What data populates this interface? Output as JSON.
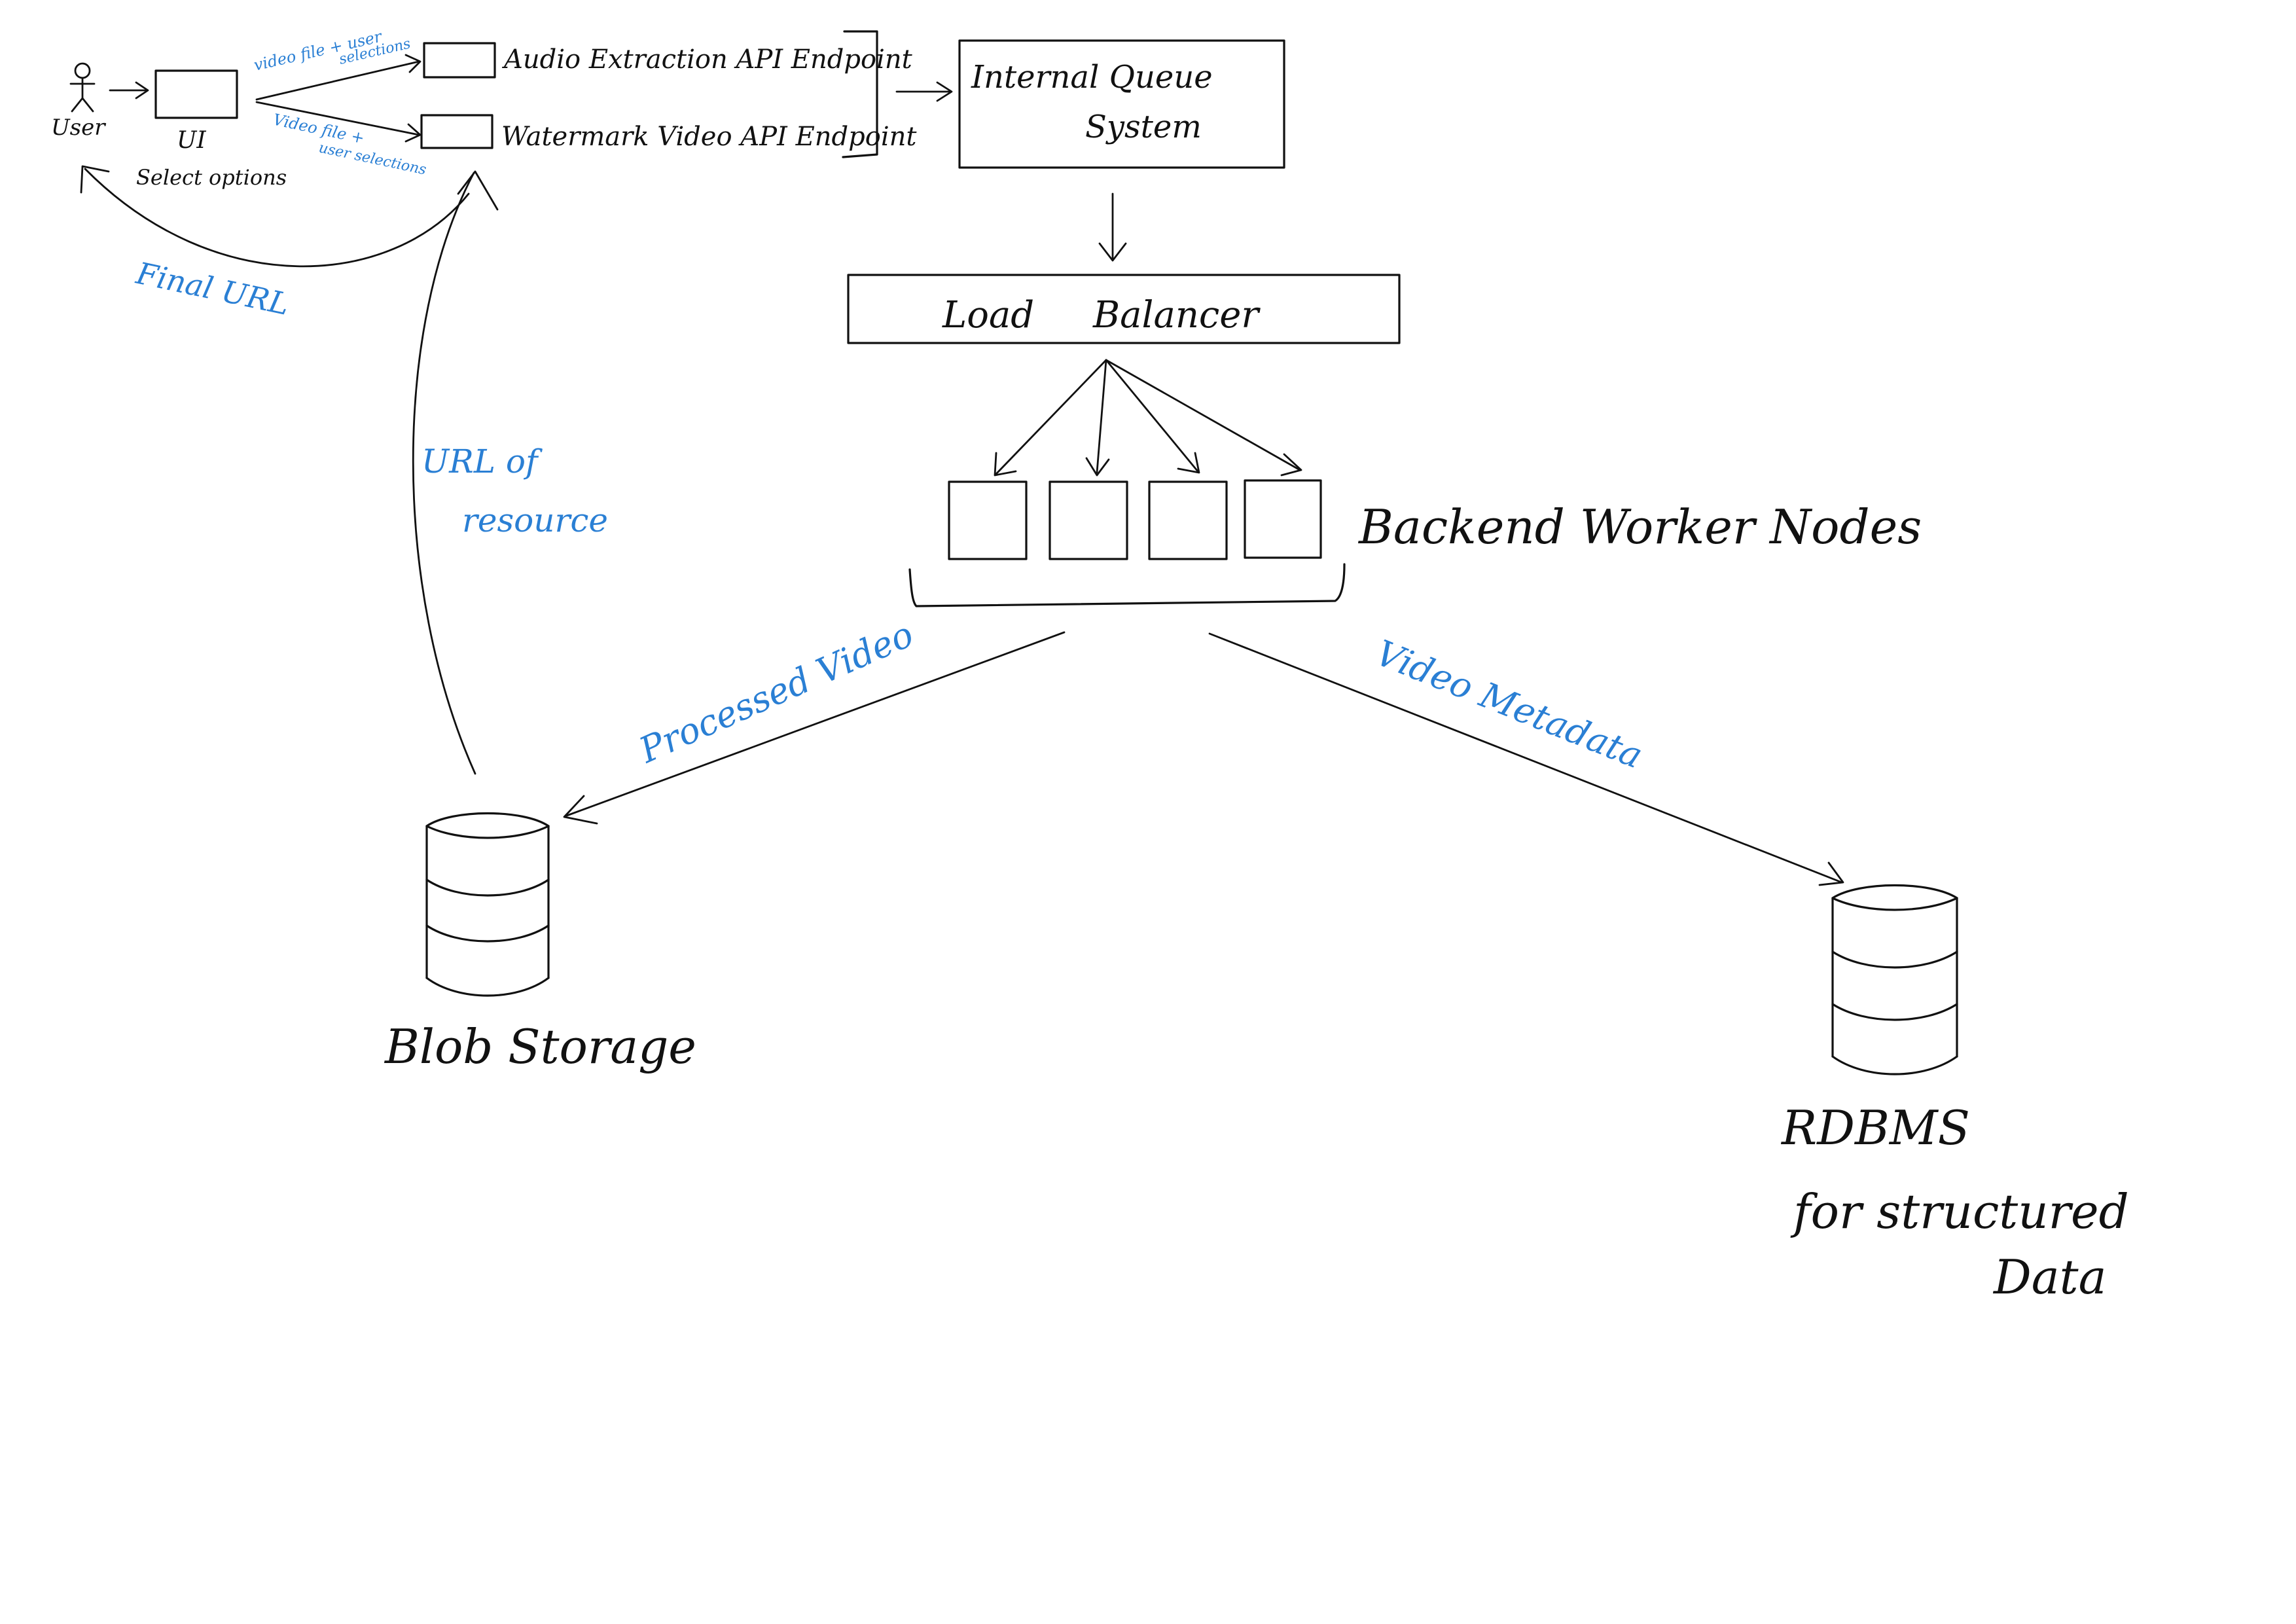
{
  "colors": {
    "ink": "#111111",
    "annotation": "#2a7fd4",
    "background": "#ffffff"
  },
  "nodes": {
    "user": "User",
    "ui": "UI",
    "ui_caption": "Select options",
    "audio_endpoint": "Audio Extraction API Endpoint",
    "watermark_endpoint": "Watermark Video API Endpoint",
    "queue_line1": "Internal Queue",
    "queue_line2": "System",
    "load_balancer_1": "Load",
    "load_balancer_2": "Balancer",
    "workers": "Backend Worker Nodes",
    "blob_storage": "Blob Storage",
    "rdbms_line1": "RDBMS",
    "rdbms_line2": "for structured",
    "rdbms_line3": "Data"
  },
  "edges": {
    "to_audio_1": "video file + user",
    "to_audio_2": "selections",
    "to_watermark_1": "Video file +",
    "to_watermark_2": "user selections",
    "final_url": "Final URL",
    "url_resource_1": "URL of",
    "url_resource_2": "resource",
    "processed_video": "Processed Video",
    "video_metadata": "Video Metadata"
  }
}
